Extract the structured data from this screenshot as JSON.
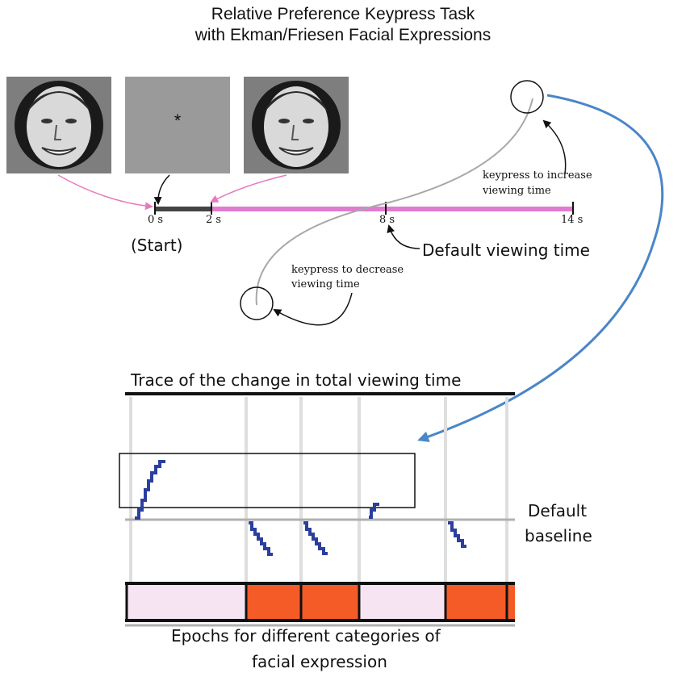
{
  "title": {
    "line1": "Relative Preference Keypress Task",
    "line2": "with Ekman/Friesen Facial Expressions"
  },
  "stimulus": {
    "fixation": "*"
  },
  "timeline": {
    "ticks": [
      "0 s",
      "2 s",
      "8 s",
      "14 s"
    ],
    "start_label": "(Start)",
    "default_label": "Default viewing time"
  },
  "annotations": {
    "increase_line1": "keypress to increase",
    "increase_line2": "viewing time",
    "decrease_line1": "keypress to decrease",
    "decrease_line2": "viewing time"
  },
  "trace": {
    "title": "Trace of the change in total viewing time",
    "baseline_line1": "Default",
    "baseline_line2": "baseline",
    "epochs_line1": "Epochs for different categories of",
    "epochs_line2": "facial expression"
  },
  "colors": {
    "pink": "#f7e4f2",
    "orange": "#f55b27",
    "trace_blue": "#2b3fa0",
    "arrow_blue": "#4a86c8",
    "timeline_pink": "#e07bd0",
    "pink_arrow": "#e77bbf"
  }
}
